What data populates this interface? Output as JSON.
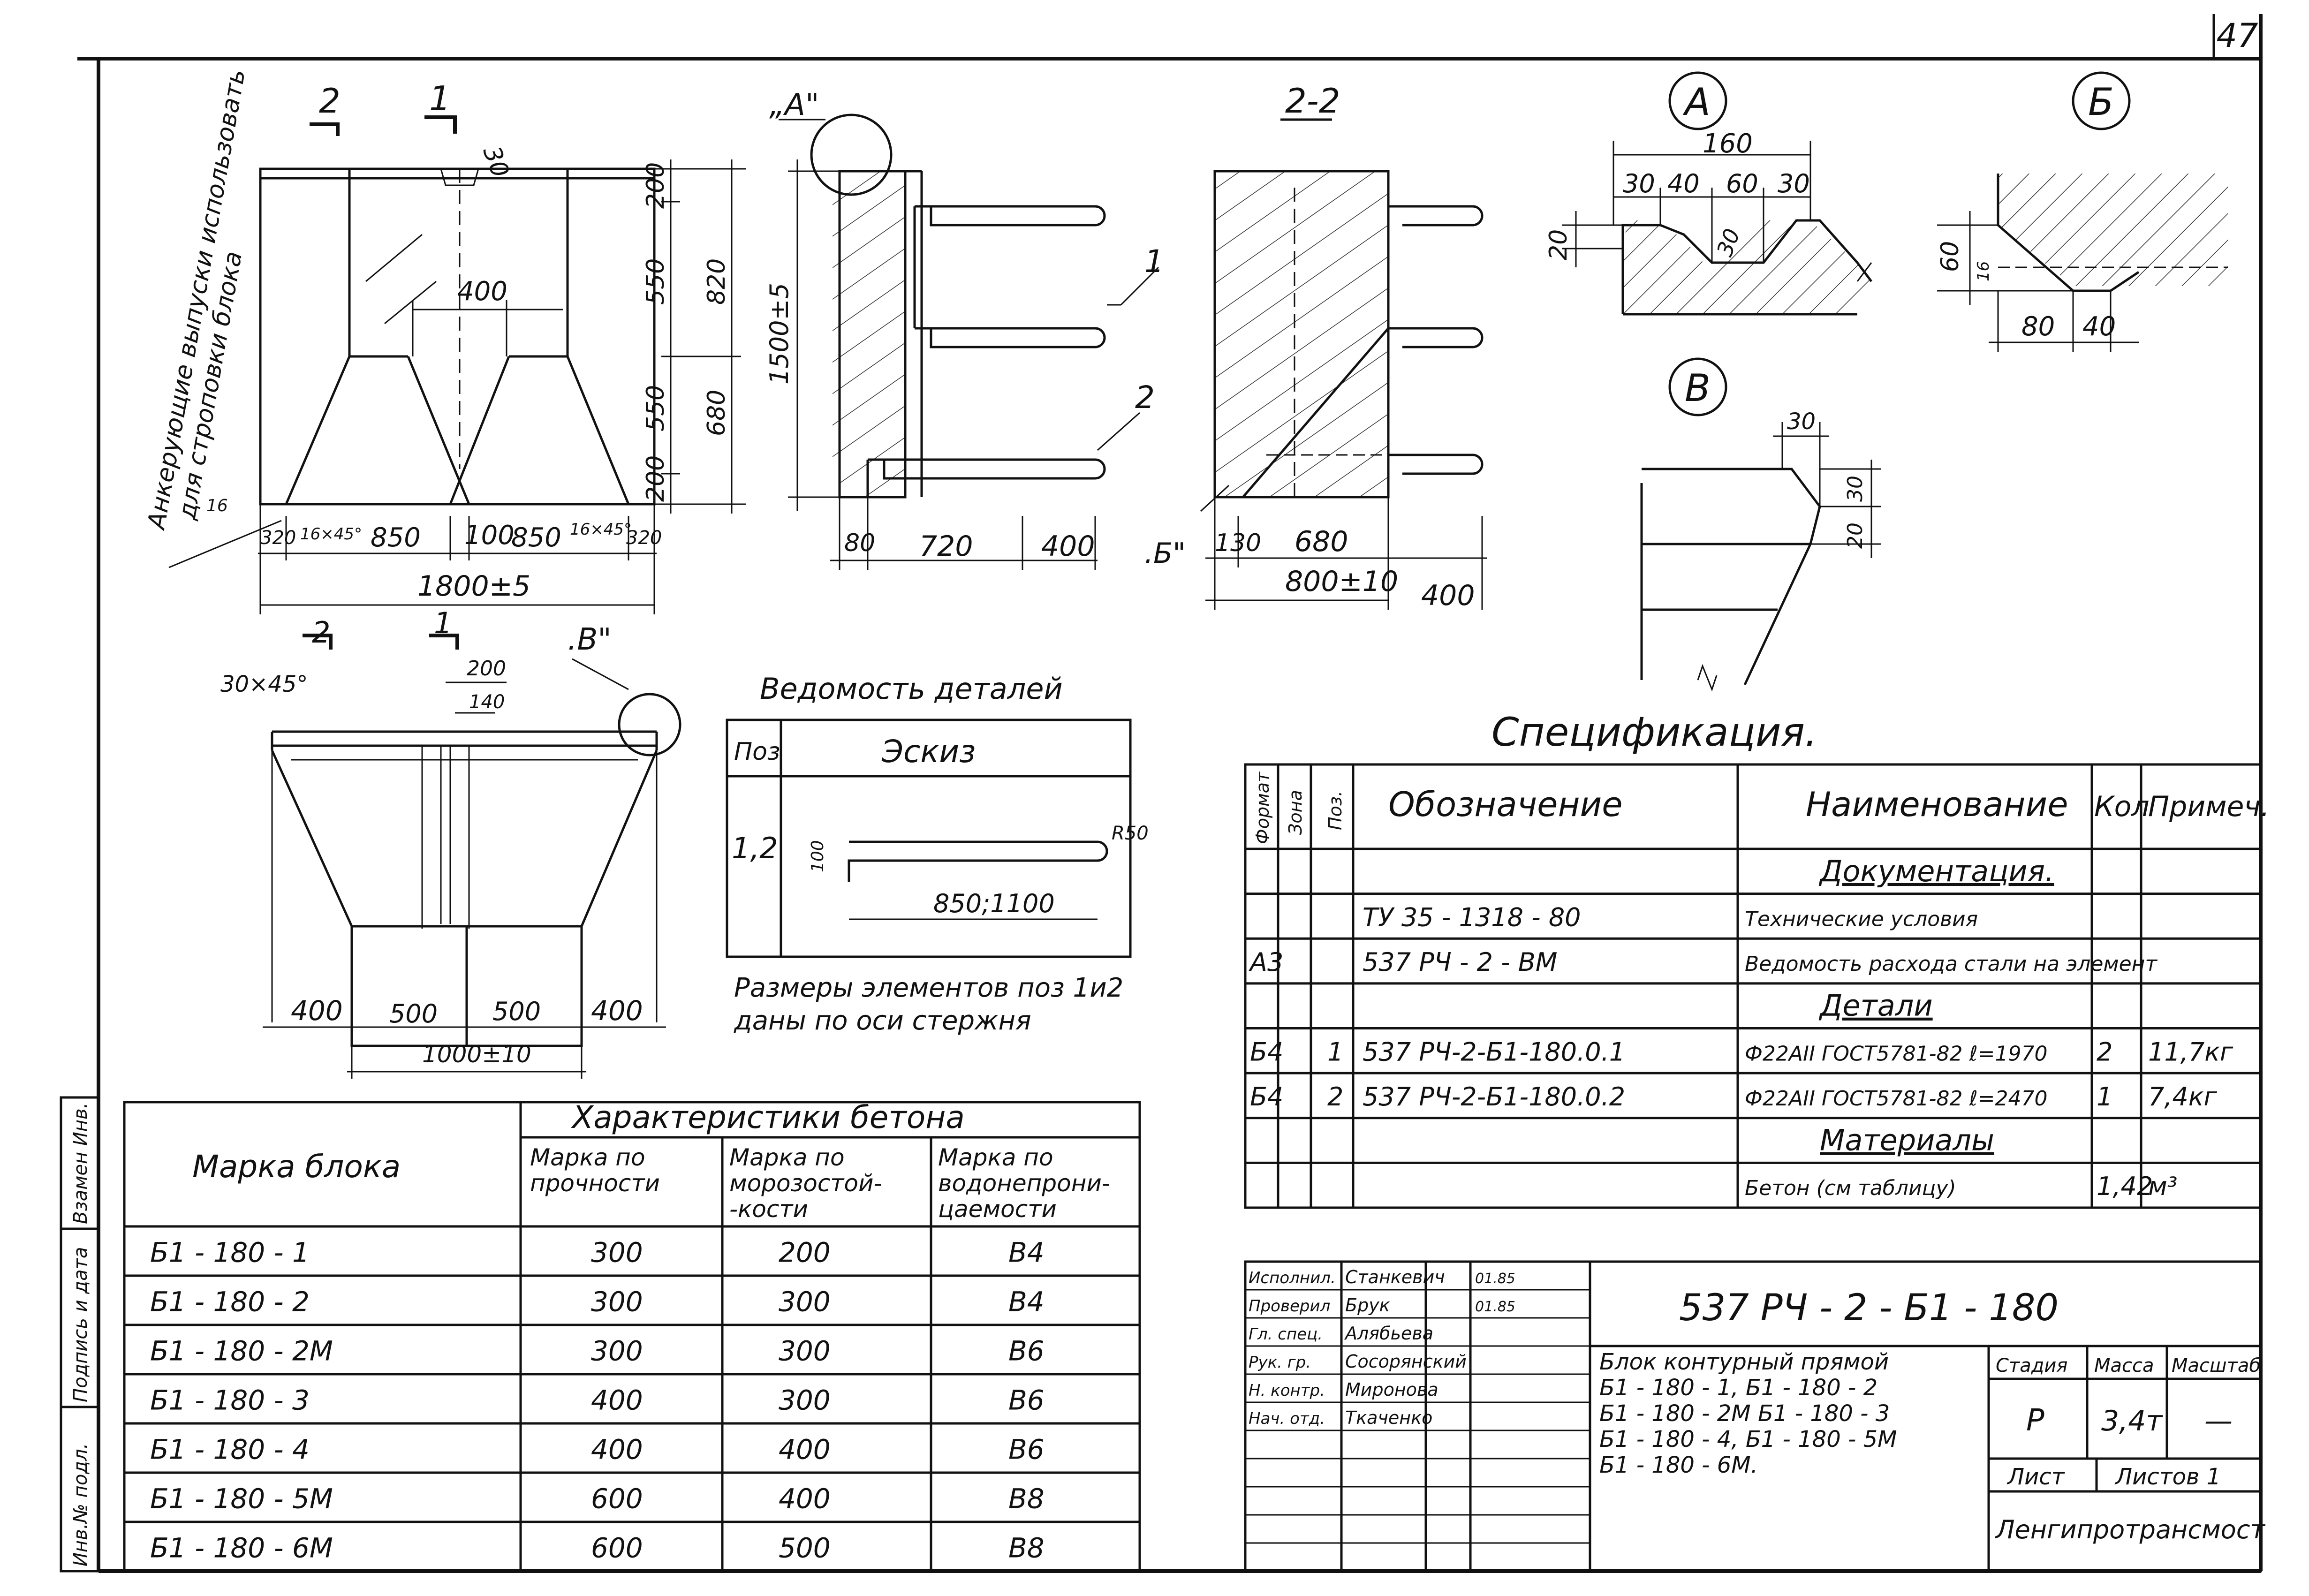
{
  "sheet_no": "47",
  "side_stamp": {
    "anchor_note_l1": "Анкерующие выпуски использовать",
    "anchor_note_l2": "для строповки блока",
    "margin_labels": [
      "Взамен Инв.",
      "Подпись и дата",
      "Инв.№ подл."
    ]
  },
  "front_view": {
    "sec_2": "2",
    "sec_1": "1",
    "d30": "30",
    "d400": "400",
    "d200a": "200",
    "d550a": "550",
    "d820": "820",
    "d550b": "550",
    "d680": "680",
    "d200b": "200",
    "d1500": "1500±5",
    "d320a": "320",
    "ch_a": "16×45°",
    "d850a": "850",
    "d100": "100",
    "d850b": "850",
    "ch_b": "16×45°",
    "d320b": "320",
    "d16": "16",
    "d1800": "1800±5"
  },
  "side_view": {
    "label_A": "„A\"",
    "pos1": "1",
    "pos2": "2",
    "d80": "80",
    "d720": "720",
    "d400": "400"
  },
  "section_22": {
    "title": "2-2",
    "label_B": ".Б\"",
    "d130": "130",
    "d680": "680",
    "d800": "800±10",
    "d400": "400"
  },
  "detail_A": {
    "title": "А",
    "d160": "160",
    "d30a": "30",
    "d40": "40",
    "d60": "60",
    "d30b": "30",
    "d20": "20",
    "d30c": "30"
  },
  "detail_B": {
    "title": "Б",
    "d60": "60",
    "d16": "16",
    "d80": "80",
    "d40": "40"
  },
  "detail_V": {
    "title": "В",
    "d30": "30",
    "d30b": "30",
    "d20": "20"
  },
  "plan_view": {
    "sec_2": "2",
    "sec_1": "1",
    "ch": "30×45°",
    "d200": "200",
    "d140": "140",
    "label_V": ".В\"",
    "d400a": "400",
    "d500a": "500",
    "d500b": "500",
    "d400b": "400",
    "d1000": "1000±10"
  },
  "details_table": {
    "title": "Ведомость деталей",
    "col_pos": "Поз",
    "col_sketch": "Эскиз",
    "pos": "1,2",
    "d100": "100",
    "r50": "R50",
    "len": "850;1100",
    "note_l1": "Размеры элементов поз 1и2",
    "note_l2": "даны по оси стержня"
  },
  "concrete_table": {
    "group_header": "Характеристики бетона",
    "col_mark": "Марка блока",
    "col_strength_l1": "Марка по",
    "col_strength_l2": "прочности",
    "col_frost_l1": "Марка по",
    "col_frost_l2": "морозостой-",
    "col_frost_l3": "-кости",
    "col_water_l1": "Марка по",
    "col_water_l2": "водонепрони-",
    "col_water_l3": "цаемости",
    "rows": [
      [
        "Б1 - 180 - 1",
        "300",
        "200",
        "В4"
      ],
      [
        "Б1 - 180 - 2",
        "300",
        "300",
        "В4"
      ],
      [
        "Б1 - 180 - 2М",
        "300",
        "300",
        "В6"
      ],
      [
        "Б1 - 180 - 3",
        "400",
        "300",
        "В6"
      ],
      [
        "Б1 - 180 - 4",
        "400",
        "400",
        "В6"
      ],
      [
        "Б1 - 180 - 5М",
        "600",
        "400",
        "В8"
      ],
      [
        "Б1 - 180 - 6М",
        "600",
        "500",
        "В8"
      ]
    ]
  },
  "spec": {
    "title": "Спецификация.",
    "col_format": "Формат",
    "col_zone": "Зона",
    "col_pos": "Поз.",
    "col_designation": "Обозначение",
    "col_name": "Наименование",
    "col_qty": "Кол",
    "col_note": "Примеч.",
    "rows": [
      {
        "format": "",
        "zone": "",
        "pos": "",
        "designation": "",
        "name": "Документация.",
        "qty": "",
        "note": "",
        "header": true
      },
      {
        "format": "",
        "zone": "",
        "pos": "",
        "designation": "ТУ 35 - 1318 - 80",
        "name": "Технические условия",
        "qty": "",
        "note": ""
      },
      {
        "format": "А3",
        "zone": "",
        "pos": "",
        "designation": "537 РЧ - 2 - ВМ",
        "name": "Ведомость расхода стали на элемент",
        "qty": "",
        "note": ""
      },
      {
        "format": "",
        "zone": "",
        "pos": "",
        "designation": "",
        "name": "Детали",
        "qty": "",
        "note": "",
        "header": true
      },
      {
        "format": "Б4",
        "zone": "",
        "pos": "1",
        "designation": "537 РЧ-2-Б1-180.0.1",
        "name": "Ф22АII ГОСТ5781-82 ℓ=1970",
        "qty": "2",
        "note": "11,7кг"
      },
      {
        "format": "Б4",
        "zone": "",
        "pos": "2",
        "designation": "537 РЧ-2-Б1-180.0.2",
        "name": "Ф22АII ГОСТ5781-82 ℓ=2470",
        "qty": "1",
        "note": "7,4кг"
      },
      {
        "format": "",
        "zone": "",
        "pos": "",
        "designation": "",
        "name": "Материалы",
        "qty": "",
        "note": "",
        "header": true
      },
      {
        "format": "",
        "zone": "",
        "pos": "",
        "designation": "",
        "name": "Бетон (см таблицу)",
        "qty": "1,42",
        "note": "м³"
      }
    ]
  },
  "title_block": {
    "roles": [
      "Исполнил.",
      "Проверил",
      "Гл. спец.",
      "Рук. гр.",
      "Н. контр.",
      "Нач. отд."
    ],
    "names": [
      "Станкевич",
      "Брук",
      "Алябьева",
      "Сосорянский",
      "Миронова",
      "Ткаченко"
    ],
    "dates": [
      "01.85",
      "01.85",
      "",
      "",
      "",
      ""
    ],
    "code": "537 РЧ - 2 - Б1 - 180",
    "desc_l1": "Блок контурный прямой",
    "desc_l2": "Б1 - 180 - 1,   Б1 - 180 - 2",
    "desc_l3": "Б1 - 180 - 2М   Б1 - 180 - 3",
    "desc_l4": "Б1 - 180 - 4,   Б1 - 180 - 5М",
    "desc_l5": "Б1 - 180 - 6М.",
    "h_stage": "Стадия",
    "h_mass": "Масса",
    "h_scale": "Масштаб",
    "stage": "Р",
    "mass": "3,4т",
    "scale": "—",
    "sheet_label": "Лист",
    "sheets_label": "Листов 1",
    "org": "Ленгипротрансмост"
  }
}
